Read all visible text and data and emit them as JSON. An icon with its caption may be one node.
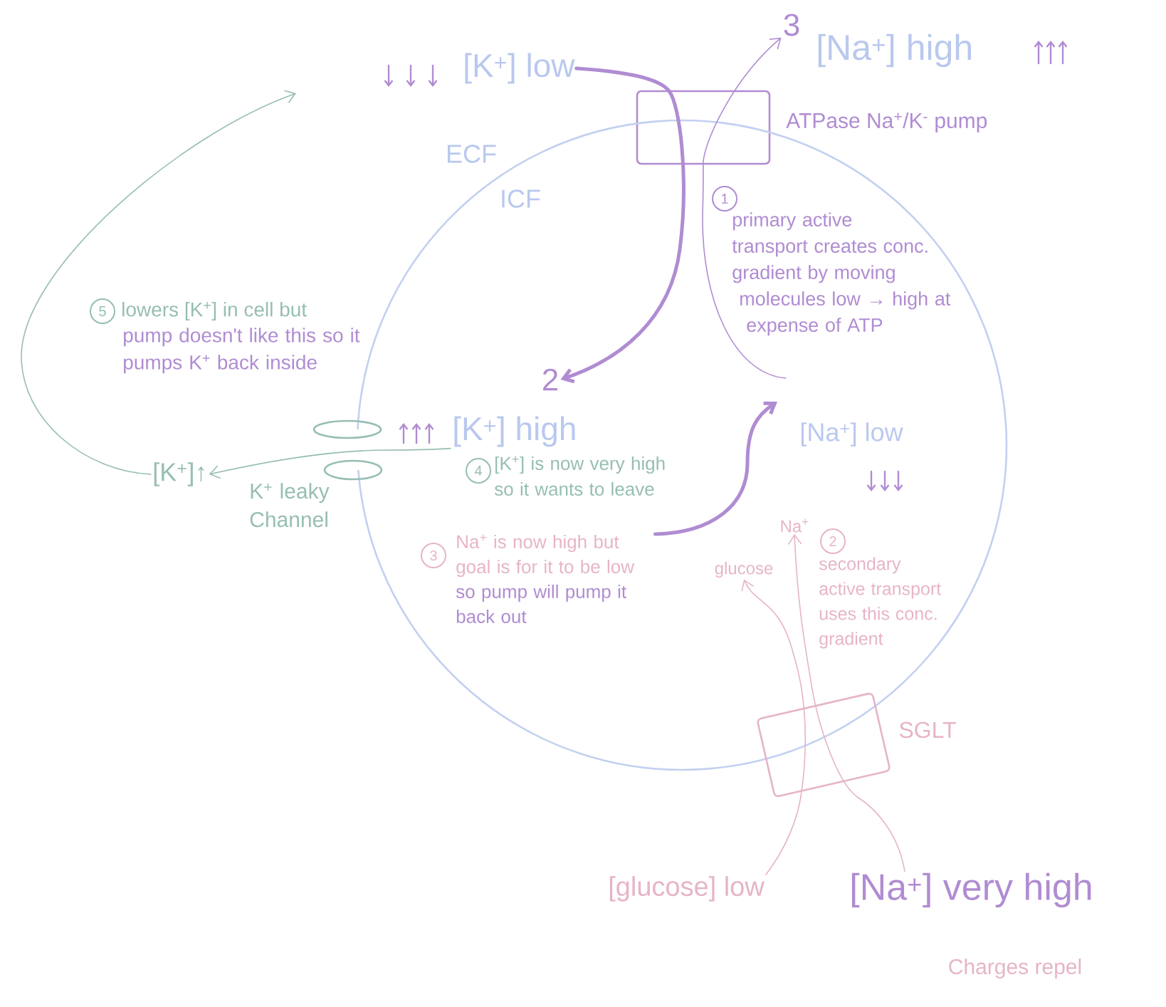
{
  "diagram": {
    "nodes": [
      {
        "text": [
          "3"
        ]
      },
      {
        "text": [
          "[K$^{+}$] low"
        ]
      },
      {
        "text": [],
        "shape": "box",
        "beside": [
          "ATPase Na$^{+}$/K$^{-}$ pump"
        ]
      },
      {
        "text": [
          "ICF"
        ]
      },
      {
        "text": [
          "1"
        ],
        "in": 3,
        "beside": [
          "primary active transport creates conc. gradient by moving molecules low → high at expense of ATP"
        ]
      },
      {
        "text": [
          "5"
        ],
        "beside": [
          "lowers [K$^{+}$] in cell but",
          "pump doesn't like this so it pumps K$^{+}$ back inside"
        ]
      },
      {
        "text": [
          "2"
        ],
        "in": 3
      },
      {
        "text": [
          "[K$^{+}$] high"
        ],
        "in": 3
      },
      {
        "text": [
          "[Na$^{+}$] low"
        ],
        "in": 3
      },
      {
        "text": [
          "[K$^{+}$]↑"
        ]
      },
      {
        "text": [],
        "shape": "ellipse",
        "beside": [
          "K$^{+}$ leaky Channel"
        ]
      },
      {
        "text": [
          "4"
        ],
        "in": 3,
        "beside": [
          "[K$^{+}$] is now very high so it wants to leave"
        ]
      },
      {
        "text": [
          "3"
        ],
        "in": 3
      },
      {
        "text": [
          "Na$^{+}$ is now high but goal is for it to be low",
          "so pump will pump it back out"
        ],
        "in": 3
      },
      {
        "text": [
          "Na$^{+}$"
        ],
        "in": 3
      },
      {
        "text": [
          "2"
        ],
        "in": 3,
        "beside": [
          "secondary active transport uses this conc. gradient"
        ]
      },
      {
        "text": [
          "glucose"
        ],
        "in": 3
      },
      {
        "text": [],
        "shape": "box",
        "beside": [
          "SGLT"
        ]
      },
      {
        "text": [
          "[glucose] low"
        ]
      },
      {
        "text": [
          "[Na$^{+}$] very high"
        ]
      }
    ],
    "edges": [
      {
        "from": 1,
        "to": 2,
        "arrow": "none",
        "style": "thick"
      },
      {
        "from": 2,
        "to": 6,
        "arrow": "to",
        "style": "thick"
      },
      {
        "from": null,
        "to": 2,
        "arrow": "none"
      },
      {
        "from": 2,
        "to": 0,
        "arrow": "to"
      },
      {
        "from": 13,
        "to": null,
        "arrow": "to",
        "style": "thick"
      },
      {
        "from": 7,
        "to": 10,
        "arrow": "none",
        "color": "#96beb2"
      },
      {
        "from": 10,
        "to": 9,
        "arrow": "to",
        "color": "#96beb2"
      },
      {
        "from": 9,
        "to": null,
        "arrow": "to",
        "color": "#96beb2"
      },
      {
        "from": 18,
        "to": 17,
        "arrow": "none",
        "color": "#e6b4c8"
      },
      {
        "from": 17,
        "to": 16,
        "arrow": "to",
        "color": "#e6b4c8"
      },
      {
        "from": 19,
        "to": 17,
        "arrow": "none",
        "color": "#e6b4c8"
      },
      {
        "from": 17,
        "to": 14,
        "arrow": "to",
        "color": "#e6b4c8"
      }
    ],
    "labels": [
      "[Na$^{+}$] high",
      "ECF",
      "Charges repel"
    ]
  }
}
